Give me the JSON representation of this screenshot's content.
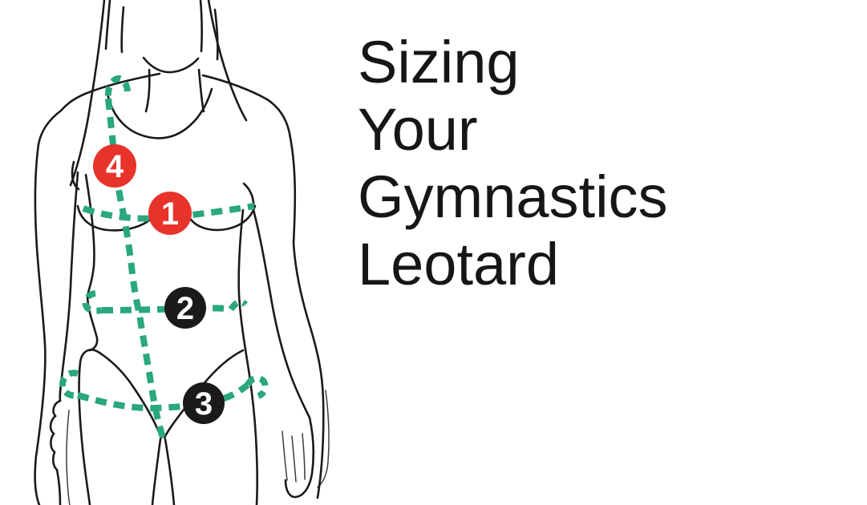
{
  "title": {
    "lines": [
      "Sizing",
      "Your",
      "Gymnastics",
      "Leotard"
    ],
    "color": "#161616"
  },
  "diagram": {
    "colors": {
      "background": "#FFFFFF",
      "tape_green": "#2AA87B",
      "outline_black": "#1A1A1A",
      "marker_red": "#E8332B",
      "marker_black": "#1C1919",
      "number_white": "#FFFFFF"
    },
    "markers": [
      {
        "number": "1",
        "fill": "#E8332B"
      },
      {
        "number": "2",
        "fill": "#1C1919"
      },
      {
        "number": "3",
        "fill": "#1C1919"
      },
      {
        "number": "4",
        "fill": "#E8332B"
      }
    ]
  }
}
